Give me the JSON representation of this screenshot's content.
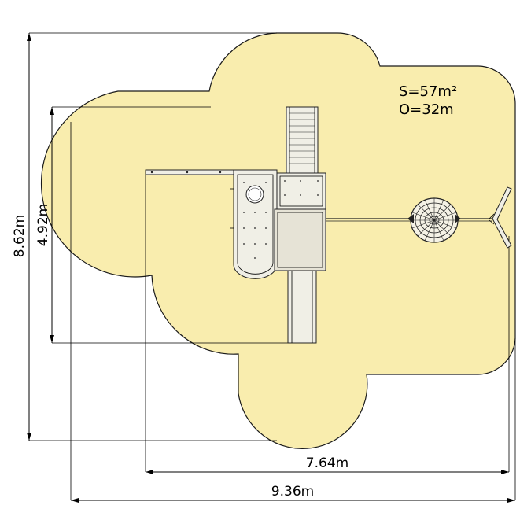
{
  "colors": {
    "safety_zone": "#f9edae",
    "safety_zone_stroke": "#1a1a1a",
    "lines": "#000000"
  },
  "info": {
    "area": "S=57m²",
    "perimeter": "O=32m"
  },
  "dimensions": {
    "total_height": "8.62m",
    "inner_height": "4.92m",
    "inner_width": "7.64m",
    "total_width": "9.36m"
  }
}
